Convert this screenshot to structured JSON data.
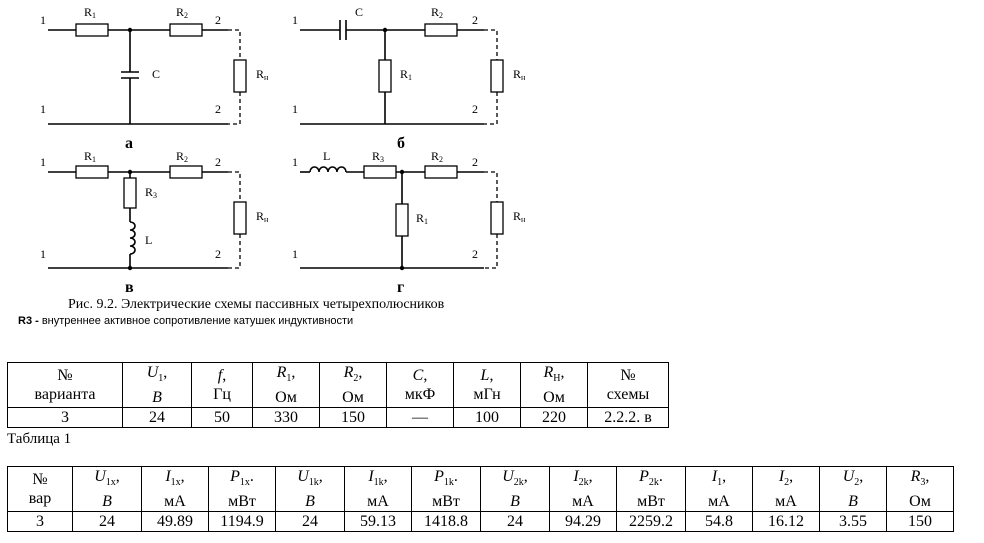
{
  "schematics": {
    "a": {
      "label": "а",
      "terminals": [
        "1",
        "1",
        "2",
        "2"
      ],
      "R1": "R",
      "R1s": "1",
      "R2": "R",
      "R2s": "2",
      "C": "C",
      "Rn": "R",
      "Rns": "н"
    },
    "b": {
      "label": "б",
      "terminals": [
        "1",
        "1",
        "2",
        "2"
      ],
      "C": "C",
      "R2": "R",
      "R2s": "2",
      "R1": "R",
      "R1s": "1",
      "Rn": "R",
      "Rns": "н"
    },
    "v": {
      "label": "в",
      "terminals": [
        "1",
        "1",
        "2",
        "2"
      ],
      "R1": "R",
      "R1s": "1",
      "R2": "R",
      "R2s": "2",
      "R3": "R",
      "R3s": "3",
      "L": "L",
      "Rn": "R",
      "Rns": "н"
    },
    "g": {
      "label": "г",
      "terminals": [
        "1",
        "1",
        "2",
        "2"
      ],
      "L": "L",
      "R3": "R",
      "R3s": "3",
      "R2": "R",
      "R2s": "2",
      "R1": "R",
      "R1s": "1",
      "Rn": "R",
      "Rns": "н"
    }
  },
  "figure": {
    "caption": "Рис. 9.2. Электрические схемы пассивных четырехполюсников",
    "note_bold": "R3 -",
    "note_text": " внутреннее активное сопротивление катушек индуктивности"
  },
  "table_variant": {
    "headers": [
      {
        "top": "№",
        "bottom": "варианта"
      },
      {
        "top": "U",
        "sub": "1",
        "suffix": ",",
        "bottom": "B"
      },
      {
        "top": "f",
        "suffix": ",",
        "bottom": "Гц"
      },
      {
        "top": "R",
        "sub": "1",
        "suffix": ",",
        "bottom": "Ом"
      },
      {
        "top": "R",
        "sub": "2",
        "suffix": ",",
        "bottom": "Ом"
      },
      {
        "top": "C",
        "suffix": ",",
        "bottom": "мкФ"
      },
      {
        "top": "L",
        "suffix": ",",
        "bottom": "мГн"
      },
      {
        "top": "R",
        "sub": "H",
        "suffix": ",",
        "bottom": "Ом"
      },
      {
        "top": "№",
        "bottom": "схемы"
      }
    ],
    "row": [
      "3",
      "24",
      "50",
      "330",
      "150",
      "—",
      "100",
      "220",
      "2.2.2. в"
    ]
  },
  "table1_caption": "Таблица 1",
  "table_results": {
    "headers": [
      {
        "top": "№",
        "bottom": "вар"
      },
      {
        "top": "U",
        "sub": "1x",
        "suffix": ",",
        "bottom": "B"
      },
      {
        "top": "I",
        "sub": "1x",
        "suffix": ",",
        "bottom": "мА"
      },
      {
        "top": "P",
        "sub": "1x",
        "suffix": ".",
        "bottom": "мВт"
      },
      {
        "top": "U",
        "sub": "1k",
        "suffix": ",",
        "bottom": "B"
      },
      {
        "top": "I",
        "sub": "1k",
        "suffix": ",",
        "bottom": "мА"
      },
      {
        "top": "P",
        "sub": "1k",
        "suffix": ".",
        "bottom": "мВт"
      },
      {
        "top": "U",
        "sub": "2k",
        "suffix": ",",
        "bottom": "B"
      },
      {
        "top": "I",
        "sub": "2k",
        "suffix": ",",
        "bottom": "мА"
      },
      {
        "top": "P",
        "sub": "2k",
        "suffix": ".",
        "bottom": "мВт"
      },
      {
        "top": "I",
        "sub": "1",
        "suffix": ",",
        "bottom": "мА"
      },
      {
        "top": "I",
        "sub": "2",
        "suffix": ",",
        "bottom": "мА"
      },
      {
        "top": "U",
        "sub": "2",
        "suffix": ",",
        "bottom": "B"
      },
      {
        "top": "R",
        "sub": "3",
        "suffix": ",",
        "bottom": "Ом"
      }
    ],
    "row": [
      "3",
      "24",
      "49.89",
      "1194.9",
      "24",
      "59.13",
      "1418.8",
      "24",
      "94.29",
      "2259.2",
      "54.8",
      "16.12",
      "3.55",
      "150"
    ]
  }
}
